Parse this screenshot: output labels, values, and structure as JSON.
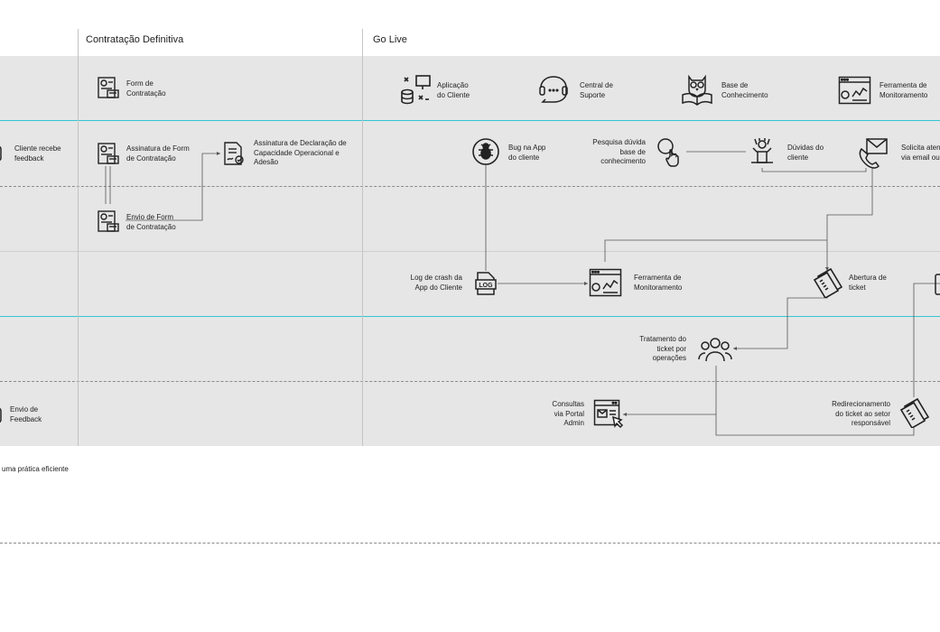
{
  "phases": {
    "contratacao": "Contratação Definitiva",
    "golive": "Go Live"
  },
  "labels": {
    "form_contratacao": "Form de\nContratação",
    "aplicacao": "Aplicação\ndo Cliente",
    "central": "Central de\nSuporte",
    "base": "Base de\nConhecimento",
    "ferramenta_top": "Ferramenta de\nMonitoramento",
    "cliente_recebe": "Cliente recebe\nfeedback",
    "assinatura_form": "Assinatura de Form\nde Contratação",
    "assinatura_decl": "Assinatura de Declaração de\nCapacidade Operacional e\nAdesão",
    "bug": "Bug na App\ndo cliente",
    "pesquisa": "Pesquisa dúvida\nbase de\nconhecimento",
    "duvidas": "Dúvidas do\ncliente",
    "solicita": "Solicita atend\nvia email ou t",
    "envio_form": "Envio de Form\nde Contratação",
    "log": "Log de crash da\nApp do Cliente",
    "ferramenta_mid": "Ferramenta de\nMonitoramento",
    "abertura": "Abertura de\nticket",
    "tratamento": "Tratamento do\nticket por\noperações",
    "envio_feedback": "Envio de\nFeedback",
    "consultas": "Consultas\nvia Portal\nAdmin",
    "redirecionamento": "Redirecionamento\ndo ticket ao setor\nresponsável",
    "footer": "uma prática eficiente"
  },
  "icons": {
    "form": "document-form-icon",
    "apps": "database-apps-icon",
    "headset": "headset-chat-icon",
    "owl": "owl-book-icon",
    "monitor": "monitor-chart-icon",
    "bug": "bug-icon",
    "search_hand": "search-hand-icon",
    "person": "confused-person-icon",
    "phone_mail": "phone-mail-icon",
    "log": "log-file-icon",
    "ticket": "ticket-icon",
    "team": "team-icon",
    "admin": "admin-portal-icon",
    "contract": "contract-sign-icon"
  },
  "colors": {
    "band": "#e6e6e6",
    "divider_teal": "#35c6d3",
    "icon_stroke": "#222222"
  }
}
